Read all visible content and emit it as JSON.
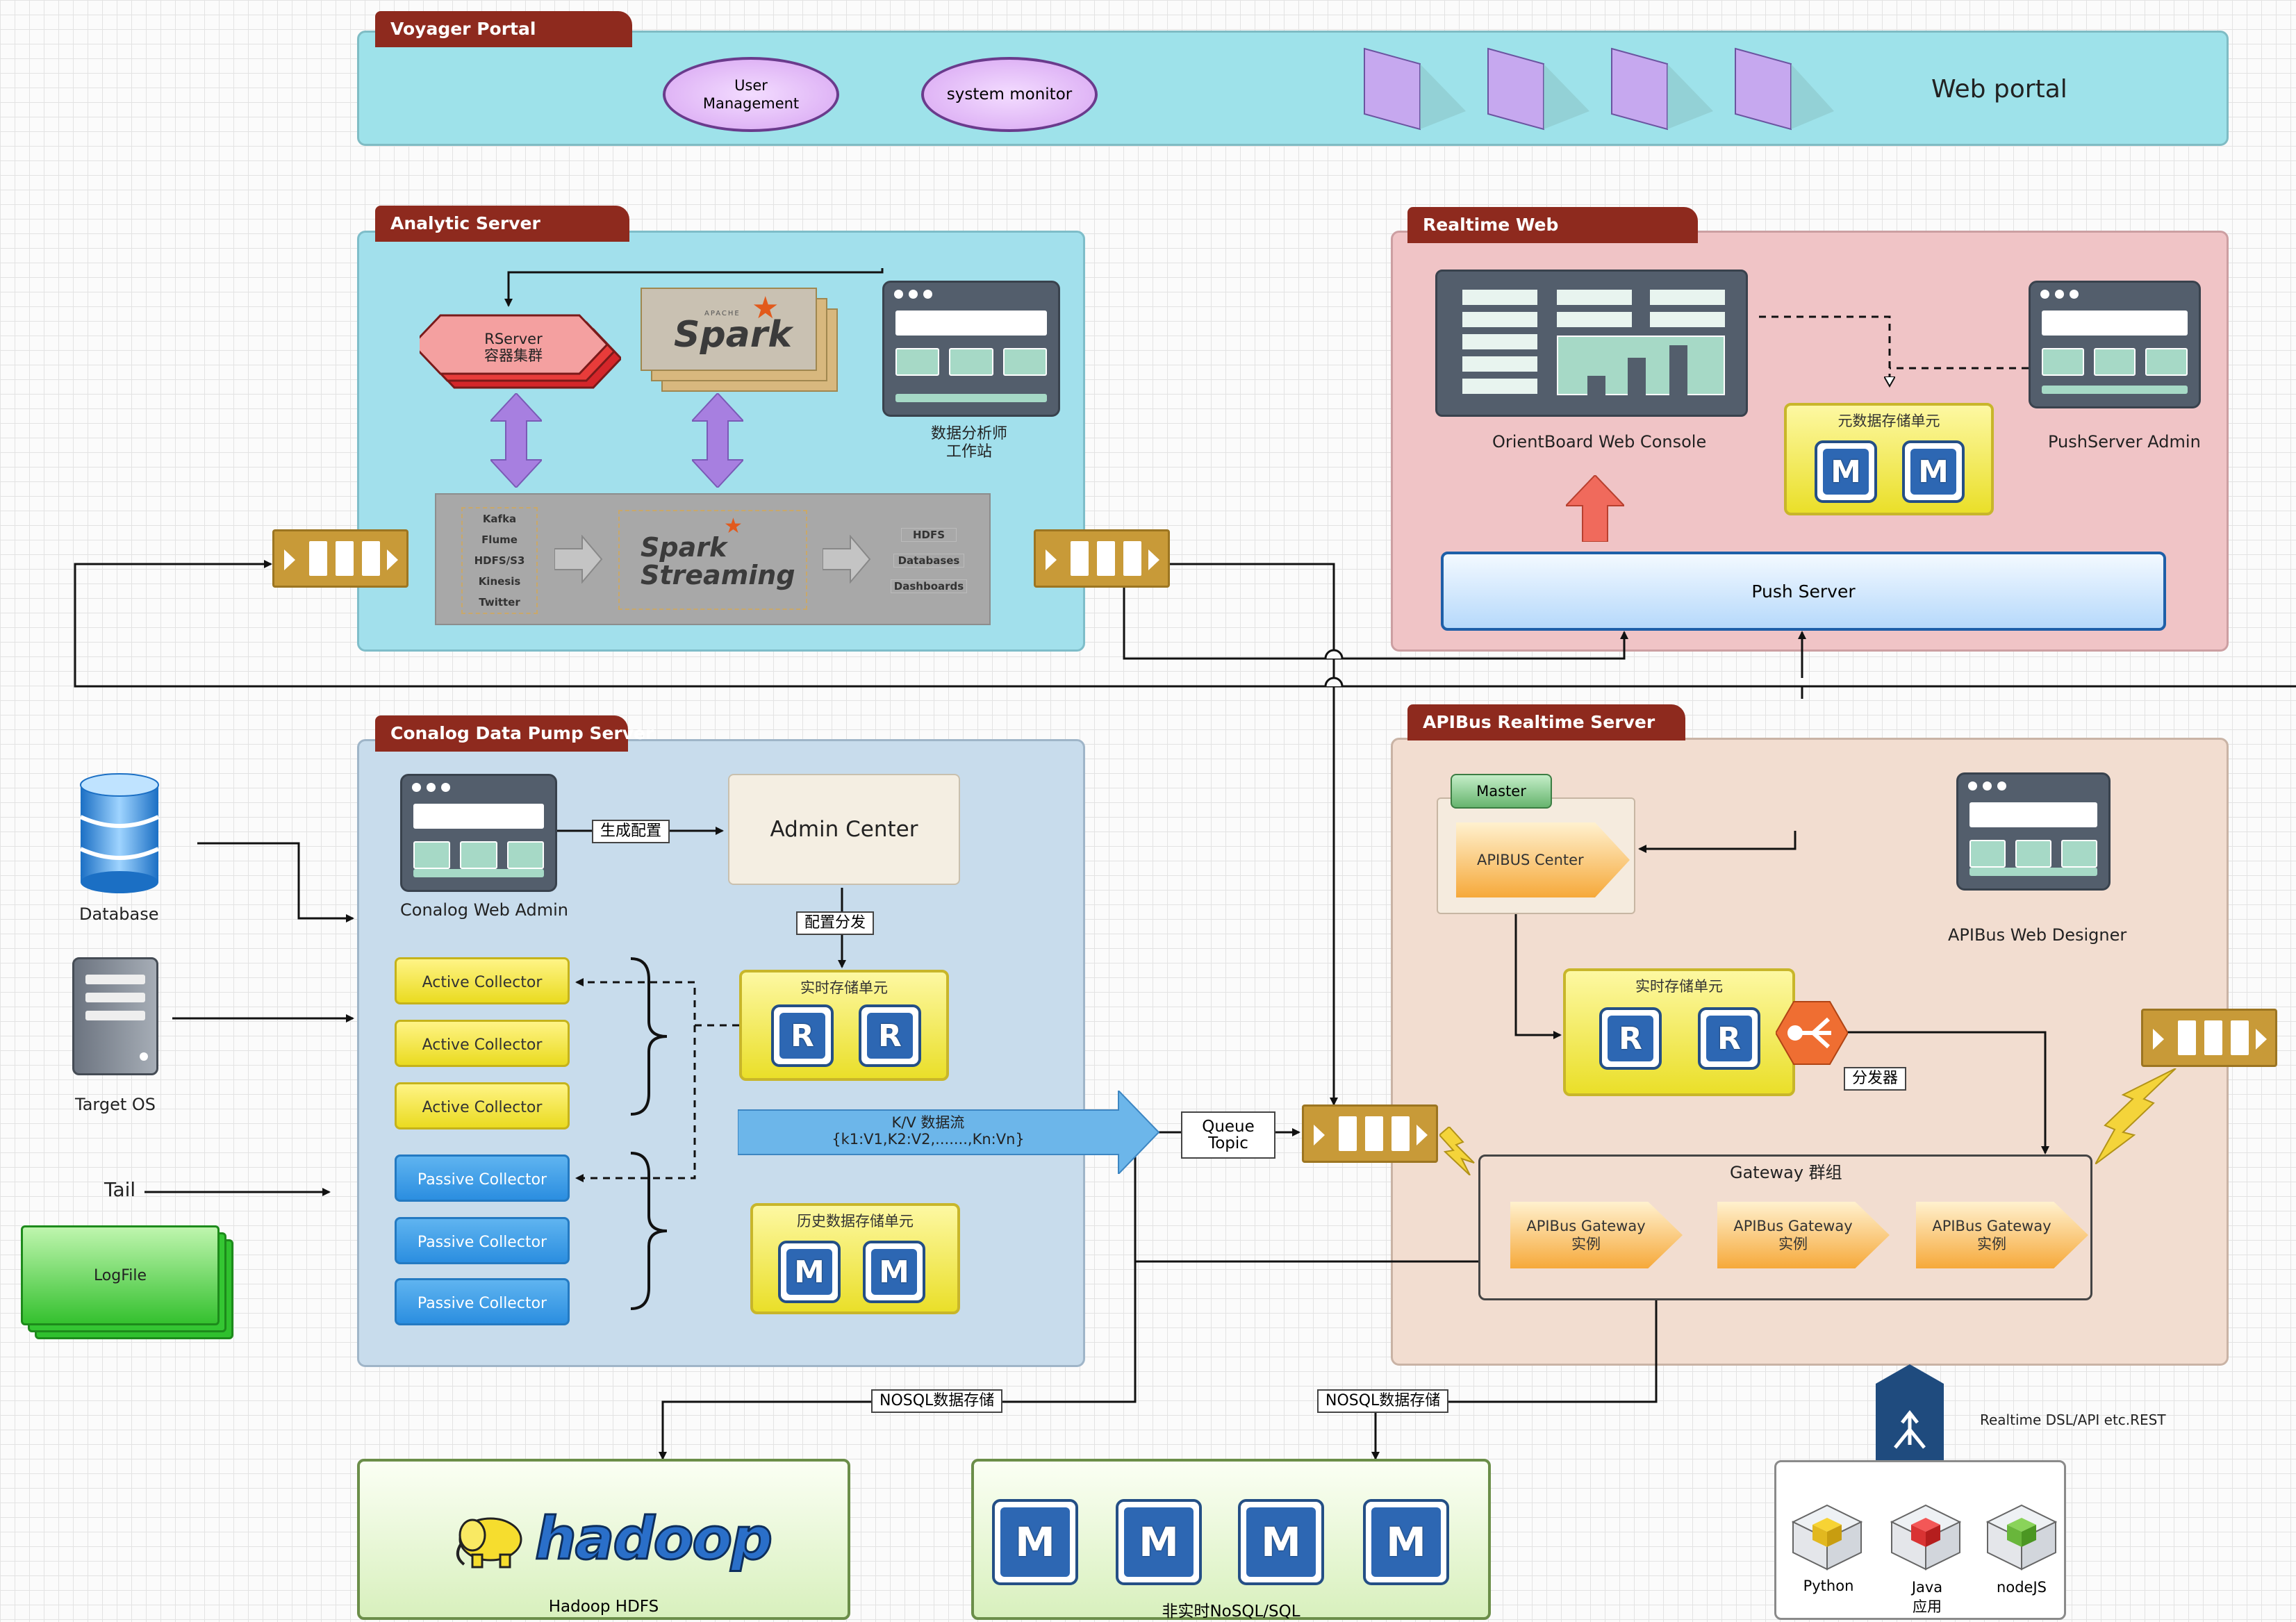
{
  "voyager": {
    "title": "Voyager Portal",
    "user_mgmt": "User\nManagement",
    "system_monitor": "system monitor",
    "web_portal": "Web portal"
  },
  "analytic": {
    "title": "Analytic Server",
    "rserver": "RServer\n容器集群",
    "spark_apache": "APACHE",
    "spark": "Spark",
    "workstation": "数据分析师\n工作站",
    "sources": [
      "Kafka",
      "Flume",
      "HDFS/S3",
      "Kinesis",
      "Twitter"
    ],
    "streaming": "Spark\nStreaming",
    "sinks": [
      "HDFS",
      "Databases",
      "Dashboards"
    ]
  },
  "realtime_web": {
    "title": "Realtime Web",
    "console": "OrientBoard Web Console",
    "meta_store": "元数据存储单元",
    "push_admin": "PushServer Admin",
    "push_server": "Push Server",
    "chip": "M"
  },
  "conalog": {
    "title": "Conalog Data Pump Server",
    "web_admin": "Conalog Web Admin",
    "gen_config": "生成配置",
    "admin_center": "Admin Center",
    "dist_config": "配置分发",
    "realtime_store": "实时存储单元",
    "history_store": "历史数据存储单元",
    "kv_stream": "K/V 数据流\n{k1:V1,K2:V2,.......,Kn:Vn}",
    "active": [
      "Active Collector",
      "Active Collector",
      "Active Collector"
    ],
    "passive": [
      "Passive Collector",
      "Passive Collector",
      "Passive Collector"
    ],
    "chip_r": "R",
    "chip_m": "M"
  },
  "sources": {
    "database": "Database",
    "target_os": "Target OS",
    "tail": "Tail",
    "logfile": "LogFile"
  },
  "queue_topic": "Queue\nTopic",
  "apibus": {
    "title": "APIBus Realtime Server",
    "master": "Master",
    "center": "APIBUS Center",
    "designer": "APIBus Web Designer",
    "realtime_store": "实时存储单元",
    "dispatcher": "分发器",
    "gateway_group": "Gateway 群组",
    "gateways": [
      "APIBus Gateway\n实例",
      "APIBus Gateway\n实例",
      "APIBus Gateway\n实例"
    ]
  },
  "storage": {
    "nosql1": "NOSQL数据存储",
    "nosql2": "NOSQL数据存储",
    "hadoop": "hadoop",
    "hadoop_hdfs": "Hadoop HDFS",
    "nosql_sql": "非实时NoSQL/SQL",
    "rest": "Realtime DSL/API etc.REST",
    "langs": [
      "Python",
      "Java\n应用",
      "nodeJS"
    ]
  },
  "colors": {
    "tab": "#8e2a1e",
    "voyager_bg": "#9ee2ea",
    "analytic_bg": "#a2e0ec",
    "realtime_bg": "#f0c4c6",
    "conalog_bg": "#c8dcec",
    "apibus_bg": "#f2ddd0"
  }
}
